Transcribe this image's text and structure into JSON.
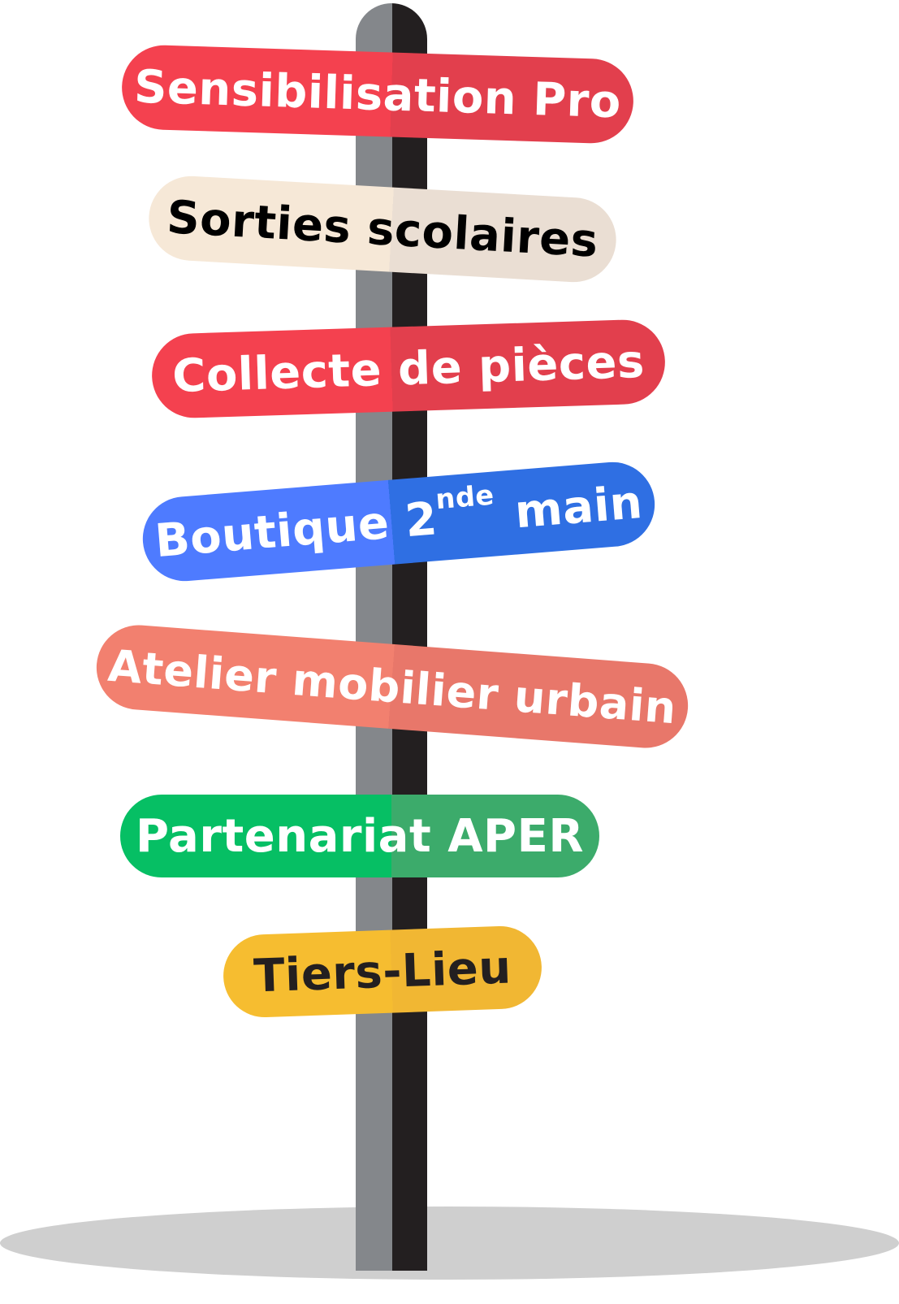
{
  "signs": [
    {
      "id": "sensibilisation",
      "text": "Sensibilisation Pro",
      "color_left": "#f4414f",
      "color_right": "#e23f4d",
      "text_color": "#ffffff"
    },
    {
      "id": "sorties",
      "text": "Sorties scolaires",
      "color_left": "#f6e8d7",
      "color_right": "#eaded3",
      "text_color": "#000000"
    },
    {
      "id": "collecte",
      "text": "Collecte de pièces",
      "color_left": "#f4414f",
      "color_right": "#e23f4d",
      "text_color": "#ffffff"
    },
    {
      "id": "boutique",
      "text_main": "Boutique 2",
      "text_sup": "nde",
      "text_tail": "main",
      "color_left": "#4e7bff",
      "color_right": "#2f6fe3",
      "text_color": "#ffffff"
    },
    {
      "id": "atelier",
      "text": "Atelier mobilier urbain",
      "color_left": "#f2806f",
      "color_right": "#e8776a",
      "text_color": "#ffffff"
    },
    {
      "id": "partenariat",
      "text": "Partenariat APER",
      "color_left": "#06bf64",
      "color_right": "#3cab6b",
      "text_color": "#ffffff"
    },
    {
      "id": "tiers-lieu",
      "text": "Tiers-Lieu",
      "color_left": "#f6bd30",
      "color_right": "#f1b733",
      "text_color": "#231f20"
    }
  ],
  "pole": {
    "color_left": "#84878b",
    "color_right": "#231f20"
  },
  "ground_color": "#cfcfcf"
}
